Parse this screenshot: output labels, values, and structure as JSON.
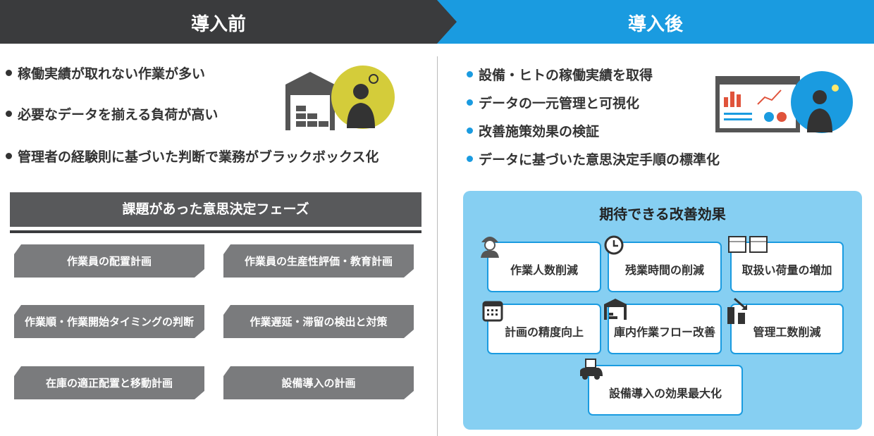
{
  "header": {
    "before": "導入前",
    "after": "導入後"
  },
  "before": {
    "bullets": [
      "稼働実績が取れない作業が多い",
      "必要なデータを揃える負荷が高い",
      "管理者の経験則に基づいた判断で業務がブラックボックス化"
    ],
    "section_title": "課題があった意思決定フェーズ",
    "phases": [
      "作業員の配置計画",
      "作業員の生産性評価・教育計画",
      "作業順・作業開始タイミングの判断",
      "作業遅延・滞留の検出と対策",
      "在庫の適正配置と移動計画",
      "設備導入の計画"
    ]
  },
  "after": {
    "bullets": [
      "設備・ヒトの稼働実績を取得",
      "データの一元管理と可視化",
      "改善施策効果の検証",
      "データに基づいた意思決定手順の標準化"
    ],
    "panel_title": "期待できる改善効果",
    "effects": [
      "作業人数削減",
      "残業時間の削減",
      "取扱い荷量の増加",
      "計画の精度向上",
      "庫内作業フロー改善",
      "管理工数削減",
      "設備導入の効果最大化"
    ]
  },
  "colors": {
    "dark": "#3a3b3d",
    "blue": "#1a9be0",
    "panel": "#86cff2",
    "chip": "#7a7b7d",
    "yellow": "#d4cc3a"
  }
}
